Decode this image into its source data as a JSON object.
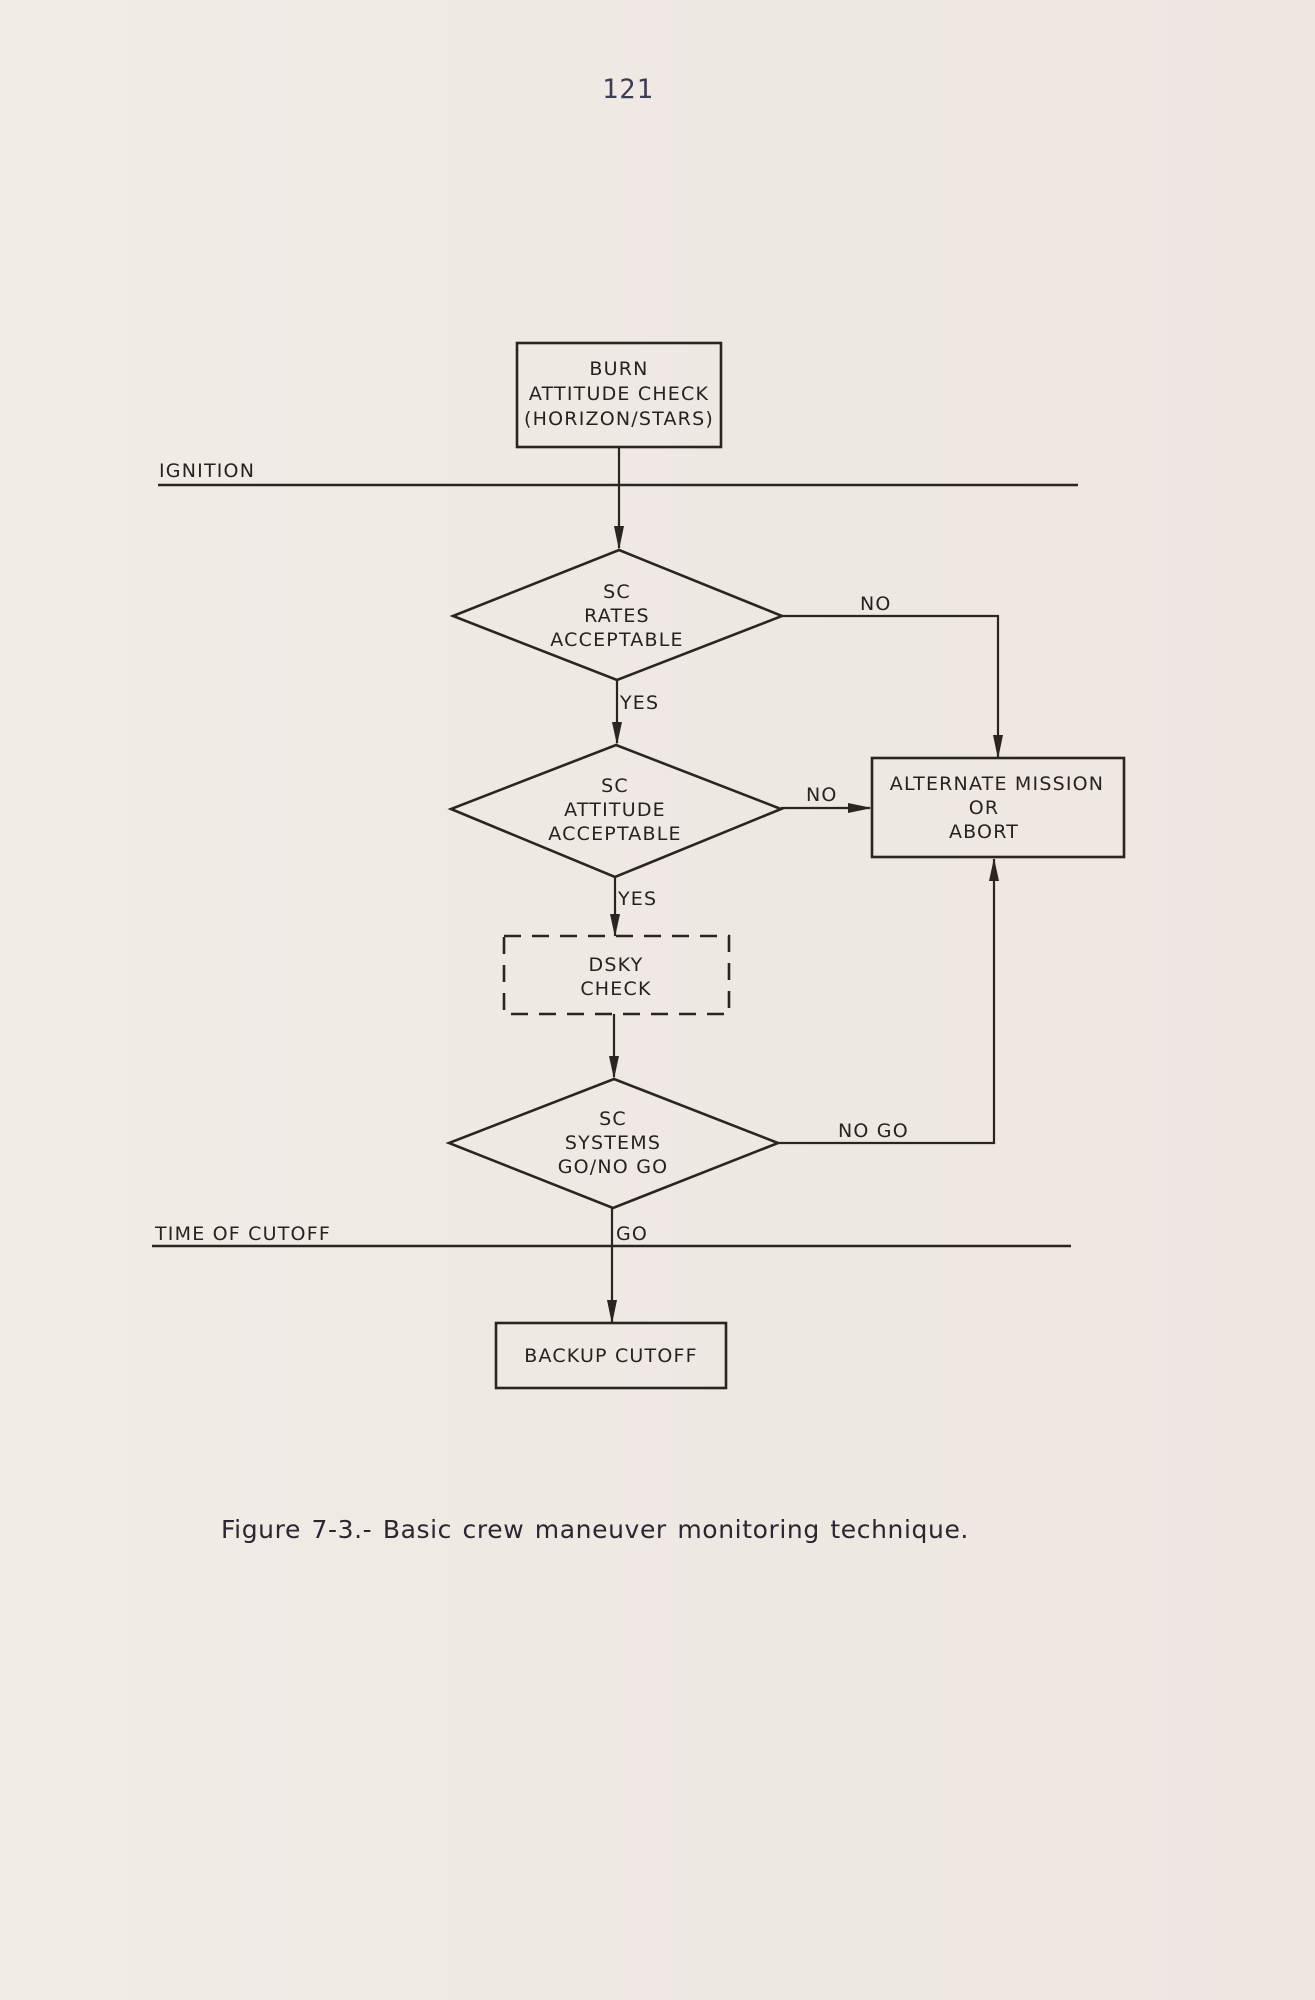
{
  "page": {
    "number": "121",
    "background_color": "#efe9e4",
    "ink_color": "#2a2520"
  },
  "flowchart": {
    "timeline_markers": {
      "ignition": "IGNITION",
      "time_of_cutoff": "TIME OF CUTOFF"
    },
    "nodes": {
      "burn_attitude_check": {
        "type": "process",
        "lines": [
          "BURN",
          "ATTITUDE CHECK",
          "(HORIZON/STARS)"
        ]
      },
      "sc_rates_acceptable": {
        "type": "decision",
        "lines": [
          "SC",
          "RATES",
          "ACCEPTABLE"
        ]
      },
      "sc_attitude_acceptable": {
        "type": "decision",
        "lines": [
          "SC",
          "ATTITUDE",
          "ACCEPTABLE"
        ]
      },
      "dsky_check": {
        "type": "optional-process",
        "lines": [
          "DSKY",
          "CHECK"
        ]
      },
      "sc_systems_go_no_go": {
        "type": "decision",
        "lines": [
          "SC",
          "SYSTEMS",
          "GO/NO GO"
        ]
      },
      "alternate_mission_or_abort": {
        "type": "process",
        "lines": [
          "ALTERNATE MISSION",
          "OR",
          "ABORT"
        ]
      },
      "backup_cutoff": {
        "type": "process",
        "lines": [
          "BACKUP CUTOFF"
        ]
      }
    },
    "edges": {
      "rates_yes": "YES",
      "rates_no": "NO",
      "attitude_yes": "YES",
      "attitude_no": "NO",
      "systems_go": "GO",
      "systems_no_go": "NO GO"
    }
  },
  "caption": {
    "text": "Figure 7-3.- Basic crew maneuver monitoring technique."
  }
}
